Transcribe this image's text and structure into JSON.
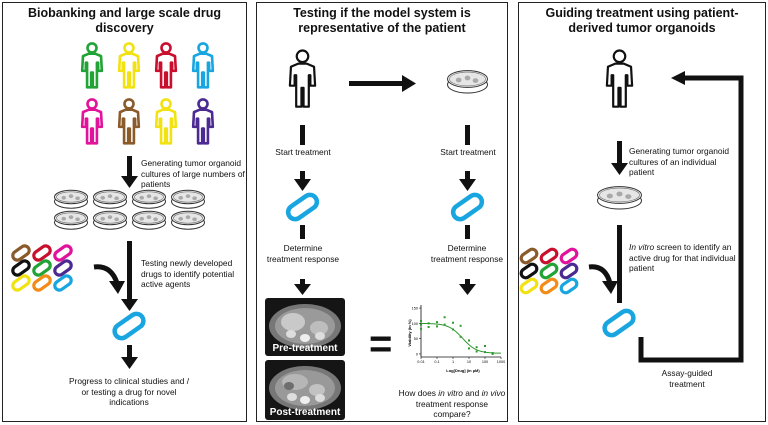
{
  "panels": {
    "left": {
      "title": "Biobanking and large scale drug discovery",
      "step1": "Generating tumor organoid cultures of large numbers of patients",
      "step2": "Testing newly developed drugs to identify potential active agents",
      "step3": "Progress to clinical studies and / or testing a drug for novel indications",
      "people_colors": [
        "#22a336",
        "#f2e214",
        "#c8102e",
        "#19a6e0",
        "#e0139a",
        "#8b5a2b",
        "#f2e214",
        "#4b2a91"
      ],
      "pill_colors": [
        "#8b5a2b",
        "#c8102e",
        "#e0139a",
        "#111111",
        "#22a336",
        "#4b2a91",
        "#f2e214",
        "#f28c18",
        "#19a6e0"
      ]
    },
    "middle": {
      "title": "Testing if the model system is representative of the patient",
      "start_label_left": "Start treatment",
      "start_label_right": "Start treatment",
      "response_label_left": "Determine treatment response",
      "response_label_right": "Determine treatment response",
      "pre_label": "Pre-treatment",
      "post_label": "Post-treatment",
      "question_1": "How does ",
      "question_invitro": "in vitro",
      "question_2": " and ",
      "question_invivo": "in vivo",
      "question_3": " treatment response compare?",
      "equals_sign": "="
    },
    "right": {
      "title": "Guiding treatment using patient-derived tumor organoids",
      "step1": "Generating tumor organoid cultures of an individual patient",
      "step2_italic": "In vitro",
      "step2_rest": " screen to identify an active drug for that individual patient",
      "loop_label": "Assay-guided treatment"
    },
    "accent_blue": "#19a6e0"
  },
  "chart_data": {
    "type": "scatter",
    "title": "",
    "xlabel": "Log[Drug] (in µM)",
    "ylabel": "Viability (in %)",
    "x_scale": "log",
    "xlim": [
      0.01,
      1000
    ],
    "ylim": [
      -10,
      160
    ],
    "x_ticks": [
      "0.01",
      "0.1",
      "1",
      "10",
      "100",
      "1000"
    ],
    "y_ticks": [
      "0",
      "50",
      "100",
      "150"
    ],
    "series_color": "#2e9a2e",
    "points": [
      {
        "x": 0.01,
        "y": 108
      },
      {
        "x": 0.01,
        "y": 96
      },
      {
        "x": 0.01,
        "y": 82
      },
      {
        "x": 0.03,
        "y": 100
      },
      {
        "x": 0.03,
        "y": 88
      },
      {
        "x": 0.1,
        "y": 104
      },
      {
        "x": 0.1,
        "y": 90
      },
      {
        "x": 0.3,
        "y": 120
      },
      {
        "x": 0.3,
        "y": 96
      },
      {
        "x": 1,
        "y": 102
      },
      {
        "x": 1,
        "y": 80
      },
      {
        "x": 3,
        "y": 92
      },
      {
        "x": 3,
        "y": 56
      },
      {
        "x": 10,
        "y": 44
      },
      {
        "x": 10,
        "y": 18
      },
      {
        "x": 30,
        "y": 22
      },
      {
        "x": 30,
        "y": 8
      },
      {
        "x": 100,
        "y": 26
      },
      {
        "x": 100,
        "y": 6
      },
      {
        "x": 300,
        "y": 3
      },
      {
        "x": 300,
        "y": 0
      }
    ],
    "fit": {
      "top": 100,
      "bottom": 2,
      "ic50": 4,
      "hill": 1
    }
  }
}
